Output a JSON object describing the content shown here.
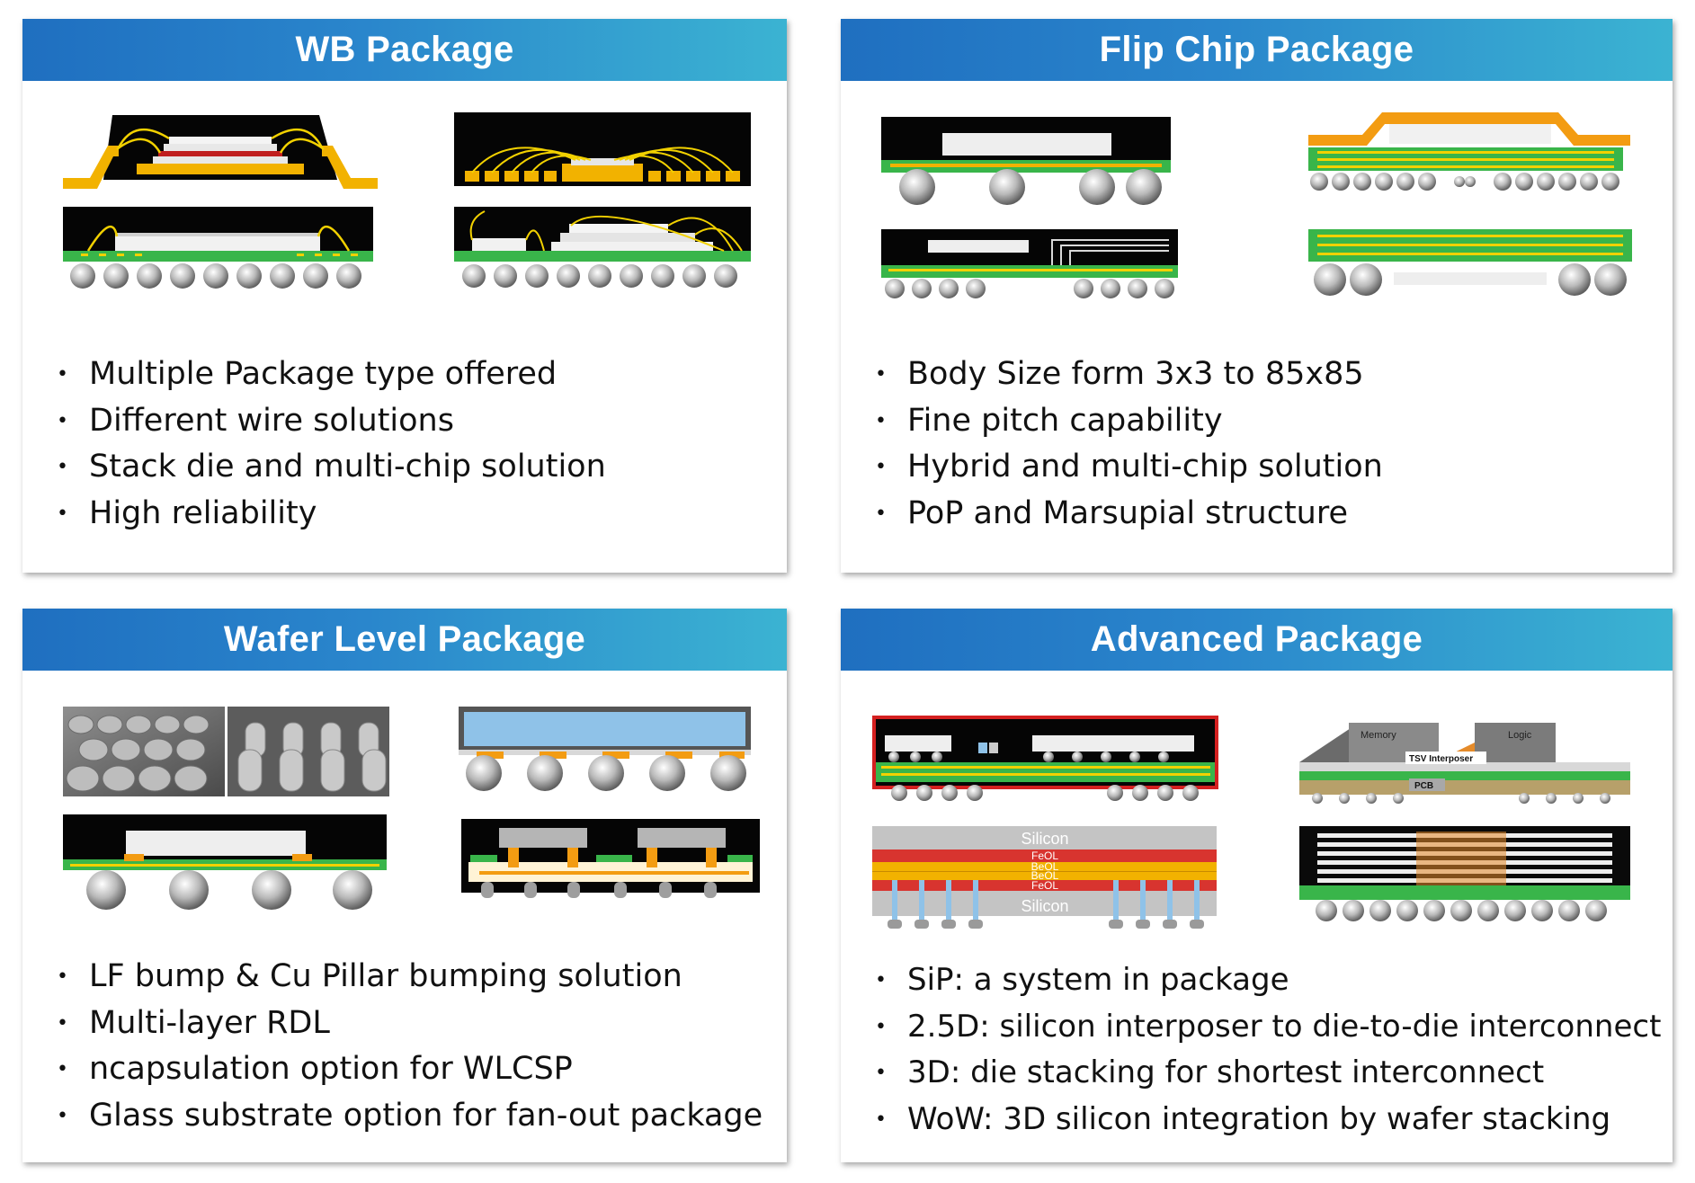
{
  "panels": [
    {
      "title": "WB Package",
      "bullets": [
        "Multiple Package type offered",
        "Different wire solutions",
        "Stack die and multi-chip solution",
        "High reliability"
      ]
    },
    {
      "title": "Flip Chip Package",
      "bullets": [
        "Body Size form 3x3 to 85x85",
        "Fine pitch capability",
        "Hybrid and multi-chip solution",
        "PoP and Marsupial structure"
      ]
    },
    {
      "title": "Wafer Level Package",
      "bullets": [
        "LF bump & Cu Pillar bumping solution",
        "Multi-layer RDL",
        " ncapsulation option for WLCSP",
        "Glass substrate option for fan-out package"
      ]
    },
    {
      "title": "Advanced Package",
      "bullets": [
        "SiP: a system in package",
        "2.5D: silicon interposer to die-to-die interconnect",
        "3D: die stacking for shortest interconnect",
        "WoW: 3D silicon integration by wafer stacking"
      ]
    }
  ],
  "figure_labels": {
    "memory": "Memory",
    "logic": "Logic",
    "tsv_interposer": "TSV Interposer",
    "pcb": "PCB",
    "silicon_top": "Silicon",
    "feol_1": "FeOL",
    "beol_1": "BeOL",
    "beol_2": "BeOL",
    "feol_2": "FeOL",
    "silicon_bottom": "Silicon"
  },
  "colors": {
    "header_start": "#1f6fc0",
    "header_end": "#3bb3d2",
    "mold": "#050505",
    "leadframe": "#f2b200",
    "substrate": "#39b54a",
    "die": "#eef0f2"
  }
}
